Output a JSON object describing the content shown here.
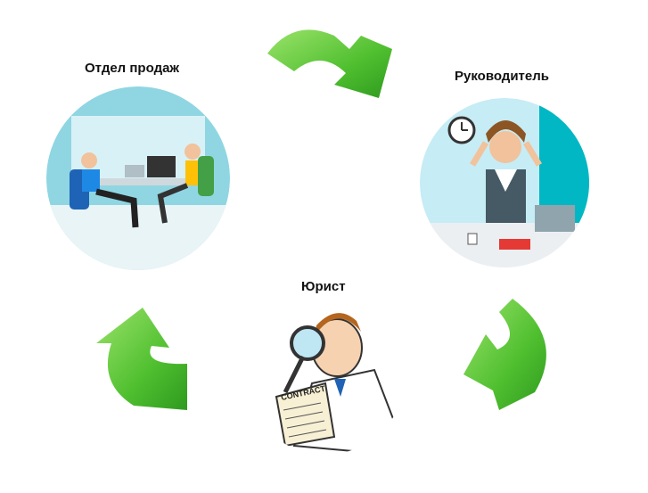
{
  "nodes": [
    {
      "label": "Отдел продаж",
      "icon": "sales-office-illustration"
    },
    {
      "label": "Руководитель",
      "icon": "stressed-manager-illustration"
    },
    {
      "label": "Юрист",
      "icon": "lawyer-with-magnifier-illustration"
    }
  ],
  "contract_text": "CONTRACT",
  "colors": {
    "arrow": "#5cc63a",
    "arrow_dark": "#2f9a1f",
    "office_bg": "#7fd0de",
    "manager_bg": "#bfe9f3",
    "manager_wall": "#00b7c3"
  }
}
